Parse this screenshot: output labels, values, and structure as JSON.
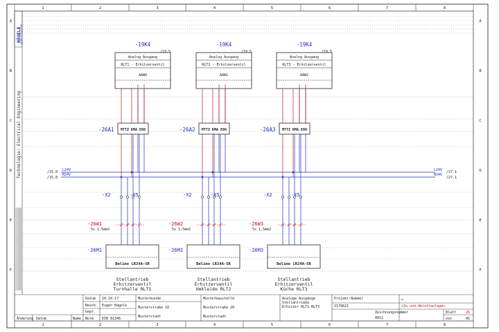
{
  "frame": {
    "cols": [
      "1",
      "2",
      "3",
      "4",
      "5",
      "6",
      "7",
      "8"
    ],
    "rows": [
      "A",
      "B",
      "C",
      "D",
      "E",
      "F"
    ]
  },
  "side": {
    "brand": "HÄGELE",
    "brand_sub": "Elektrotechnik",
    "technology": "Technologie: Electrical Engineering"
  },
  "rails": {
    "left_ref_top": "/15.8",
    "left_ref_bot": "/15.8",
    "right_ref_top": "/27.1",
    "right_ref_bot": "/27.1",
    "l24": "L24V",
    "m24": "M24V"
  },
  "units": [
    {
      "io_tag": "-19K4",
      "io_ref": "/19.5",
      "io_title": "Analog Ausgang",
      "io_sub": "RLT1 - Erhitzerventil",
      "io_ch": "AAW0",
      "a_tag": "-26A1",
      "a_name": "MTTZ KMA E08",
      "x2": "-X2",
      "x5": "-X5",
      "w_tag": "-26W1",
      "w_spec": "5x 1,5mm2",
      "m_tag": "-26M1",
      "m_name": "Belimo LR24A-SR",
      "cap1": "Stellantrieb",
      "cap2": "Erhitzerventil",
      "cap3": "Turnhalle RLT1"
    },
    {
      "io_tag": "-19K4",
      "io_ref": "/19.5",
      "io_title": "Analog Ausgang",
      "io_sub": "RLT2 - Erhitzerventil",
      "io_ch": "AAW1",
      "a_tag": "-26A2",
      "a_name": "MTTZ KMA E08",
      "x2": "-X2",
      "x5": "-X5",
      "w_tag": "-26W2",
      "w_spec": "5x 1,5mm2",
      "m_tag": "-26M2",
      "m_name": "Belimo LR24A-SR",
      "cap1": "Stellantrieb",
      "cap2": "Erhitzerventil",
      "cap3": "Umkleide RLT2"
    },
    {
      "io_tag": "-19K4",
      "io_ref": "/19.5",
      "io_title": "Analog Ausgang",
      "io_sub": "RLT3 - Erhitzerventil",
      "io_ch": "AAW2",
      "a_tag": "-26A3",
      "a_name": "MTTZ KMA E08",
      "x2": "-X2",
      "x5": "-X5",
      "w_tag": "-26W3",
      "w_spec": "5x 1,5mm2",
      "m_tag": "-26M3",
      "m_name": "Belimo LR24A-SR",
      "cap1": "Stellantrieb",
      "cap2": "Erhitzerventil",
      "cap3": "Küche RLT3"
    }
  ],
  "title_block": {
    "datum_label": "Datum",
    "datum": "10.10.17",
    "bearb_label": "Bearb.",
    "bearb": "Eugen Hägele",
    "gepr_label": "Gepr.",
    "norm_label": "Norm",
    "norm": "DIN 81346",
    "aend_label": "Änderung",
    "aend_datum_label": "Datum",
    "aend_name_label": "Name",
    "customer1": "Musterkunde",
    "customer2": "Musterstraße 10",
    "customer3": "Musterstadt",
    "site1": "Musterbaustelle",
    "site2": "Musterstraße 20",
    "site3": "Musterstadt",
    "desc1": "Analoge Ausgänge",
    "desc2": "Stellantriebe",
    "desc3": "Erhitzer RLT1-RLT3",
    "proj_label": "Projekt-Nummer",
    "proj": "V170621",
    "eq": "=",
    "plus": "+Zu und Abluftanlagen",
    "zeich_label": "Zeichnungsnummer",
    "zeich": "0012",
    "blatt_label": "Blatt",
    "blatt": "26",
    "von_label": "von",
    "von": "45"
  }
}
